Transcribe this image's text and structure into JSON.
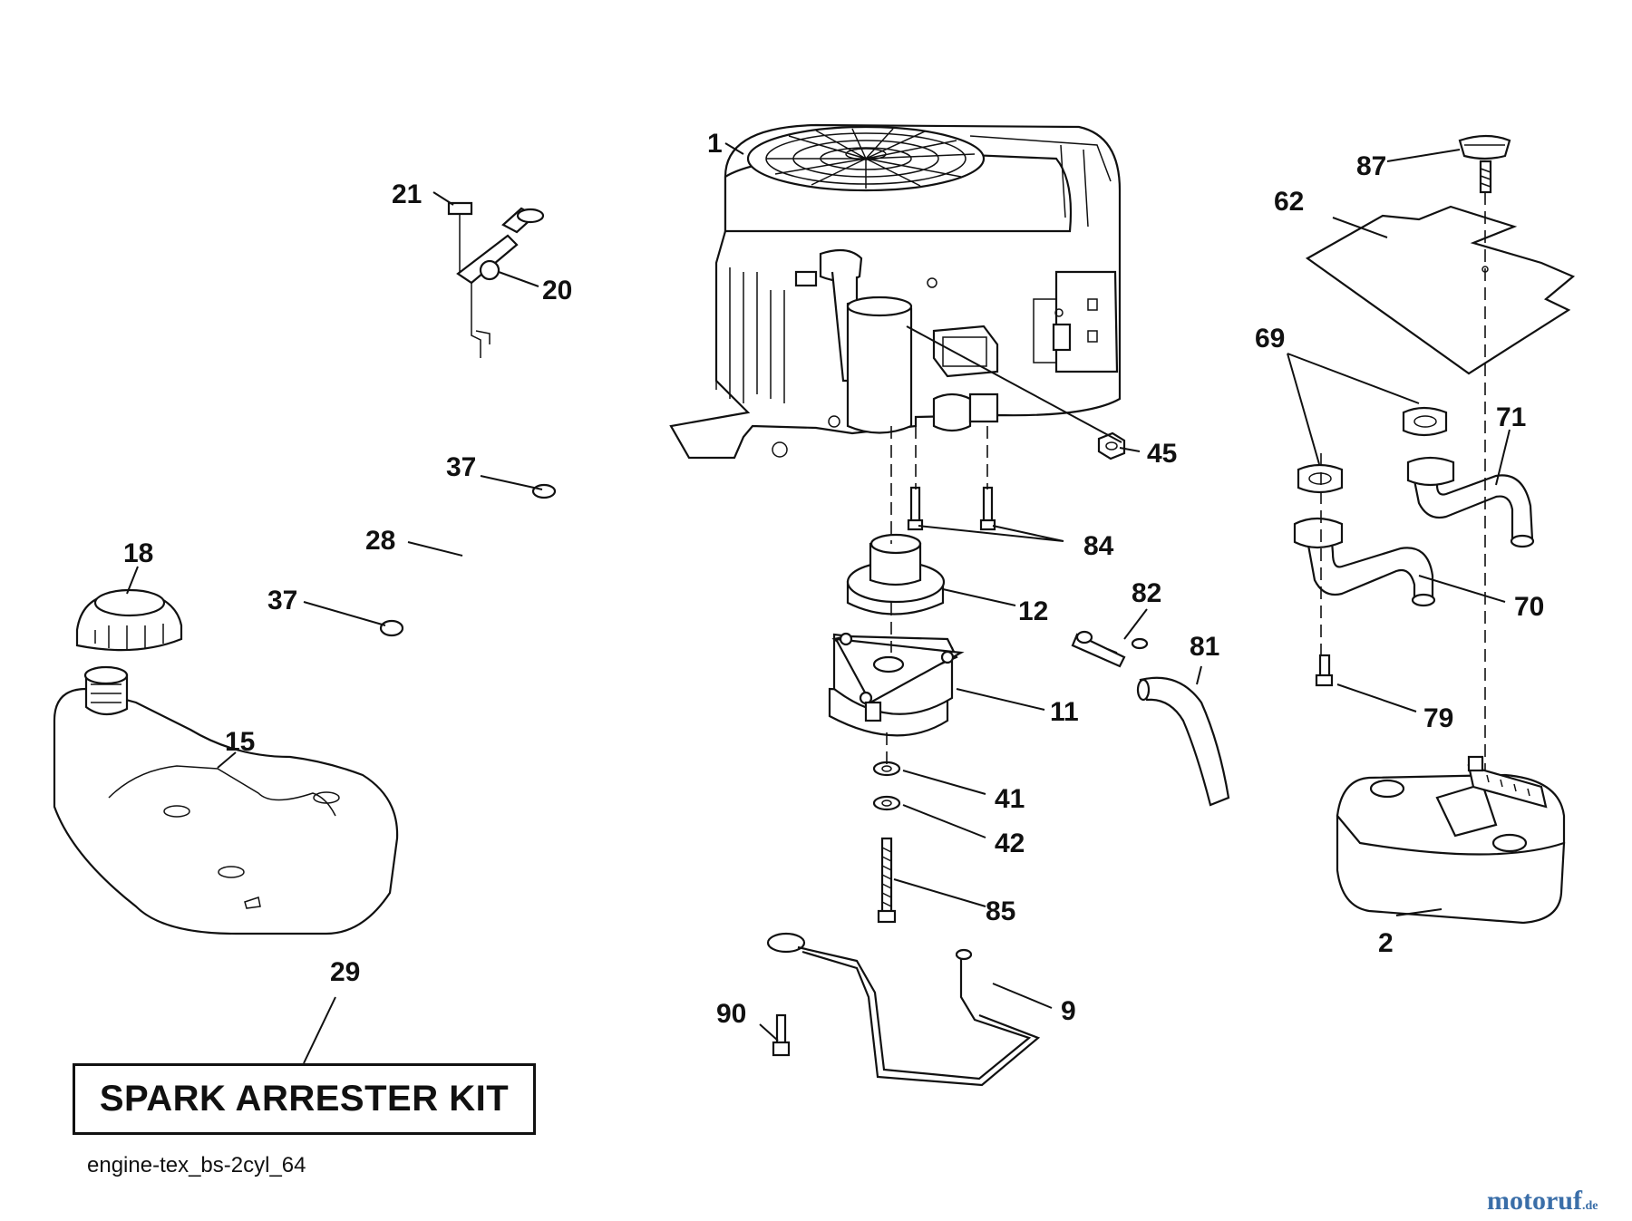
{
  "callouts": [
    "1",
    "2",
    "9",
    "11",
    "12",
    "15",
    "18",
    "20",
    "21",
    "28",
    "29",
    "37",
    "37",
    "41",
    "42",
    "45",
    "62",
    "69",
    "70",
    "71",
    "79",
    "81",
    "82",
    "84",
    "85",
    "87",
    "90"
  ],
  "kit_label": "SPARK ARRESTER KIT",
  "drawing_id": "engine-tex_bs-2cyl_64",
  "watermark": {
    "main": "motoruf",
    "tld": ".de"
  }
}
